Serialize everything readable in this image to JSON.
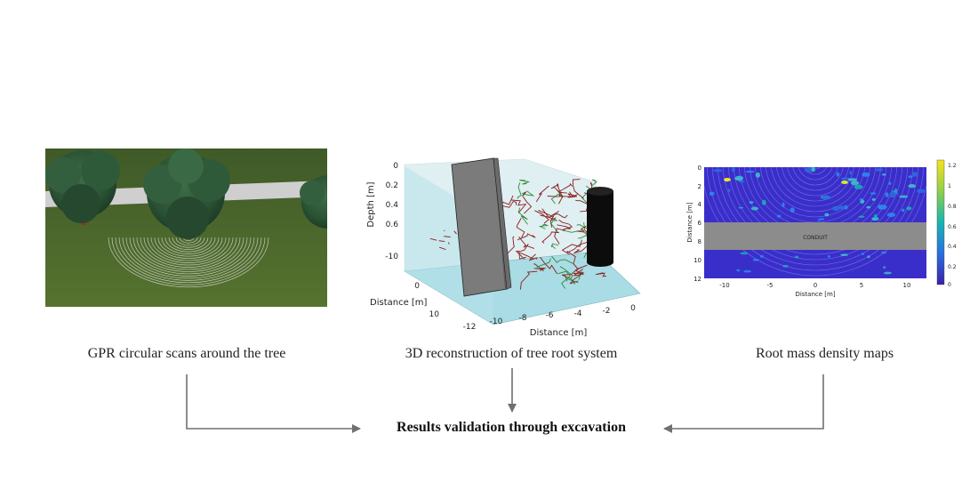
{
  "captions": {
    "left": "GPR circular scans around the tree",
    "center": "3D reconstruction of tree root system",
    "right": "Root mass density maps",
    "result": "Results validation through excavation"
  },
  "plot3d": {
    "zlabel": "Depth [m]",
    "ylabel": "Distance [m]",
    "xlabel": "Distance [m]",
    "z_ticks": [
      "0",
      "0.2",
      "0.4",
      "0.6"
    ],
    "y_ticks": [
      "-10",
      "0",
      "10"
    ],
    "x_ticks": [
      "-12",
      "-10",
      "-8",
      "-6",
      "-4",
      "-2",
      "0"
    ]
  },
  "heatmap": {
    "ylabel": "Distance [m]",
    "xlabel": "Distance [m]",
    "band_label": "CONDUIT",
    "y_ticks": [
      "0",
      "2",
      "4",
      "6",
      "8",
      "10",
      "12"
    ],
    "x_ticks": [
      "-10",
      "-5",
      "0",
      "5",
      "10"
    ],
    "colorbar_ticks": [
      "1.2",
      "1",
      "0.8",
      "0.6",
      "0.4",
      "0.2",
      "0"
    ]
  },
  "colors": {
    "arrow": "#707070",
    "grass": "#4e6a2e",
    "path": "#cfcfcf",
    "tree": "#2f5a3a",
    "floor": "#a9dce4",
    "block": "#808080",
    "heat_bg": "#3a2ecb",
    "heat_band": "#8c8c8c"
  }
}
